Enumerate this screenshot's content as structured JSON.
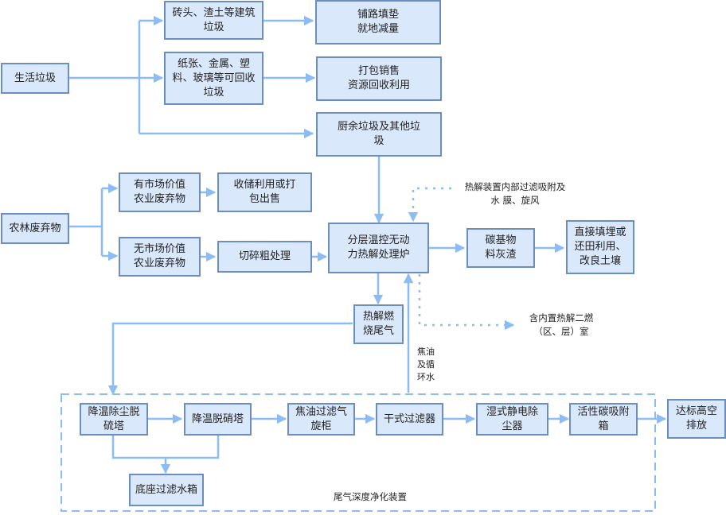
{
  "colors": {
    "node_fill": "#dae8fc",
    "node_border": "#6c8ebf",
    "edge": "#8cbcf5",
    "text": "#222222"
  },
  "nodes": {
    "domestic_waste": "生活垃圾",
    "construction_waste": "砖头、渣土等建筑\n垃圾",
    "recyclable_waste": "纸张、金属、塑\n料、玻璃等可回收\n垃圾",
    "road_paving": "铺路填垫\n就地减量",
    "pack_sell": "打包销售\n资源回收利用",
    "kitchen_waste": "厨余垃圾及其他垃\n圾",
    "agri_forestry_waste": "农林废弃物",
    "valued_agri_waste": "有市场价值\n农业废弃物",
    "store_or_sell": "收储利用或打\n包出售",
    "unvalued_agri_waste": "无市场价值\n农业废弃物",
    "shredding": "切碎粗处理",
    "pyrolysis_furnace": "分层温控无动\n力热解处理炉",
    "carbon_residue": "碳基物\n料灰渣",
    "landfill_soil": "直接填埋或\n还田利用、\n改良土壤",
    "pyrolysis_exhaust": "热解燃\n烧尾气",
    "cooling_desulfur_tower": "降温除尘脱\n硫塔",
    "cooling_denitration_tower": "降温脱硝塔",
    "tar_filter_cabinet": "焦油过滤气\n旋柜",
    "dry_filter": "干式过滤器",
    "wet_esp": "湿式静电除\n尘器",
    "activated_carbon_box": "活性碳吸附\n箱",
    "high_altitude_emission": "达标高空\n排放",
    "base_filter_tank": "底座过滤水箱"
  },
  "notes": {
    "internal_filter": "热解装置内部过滤吸附及\n水 膜、旋风",
    "secondary_combustion": "含内置热解二燃\n（区、层）室",
    "tar_water": "焦油\n及循\n环水",
    "purification_group": "尾气深度净化装置"
  }
}
